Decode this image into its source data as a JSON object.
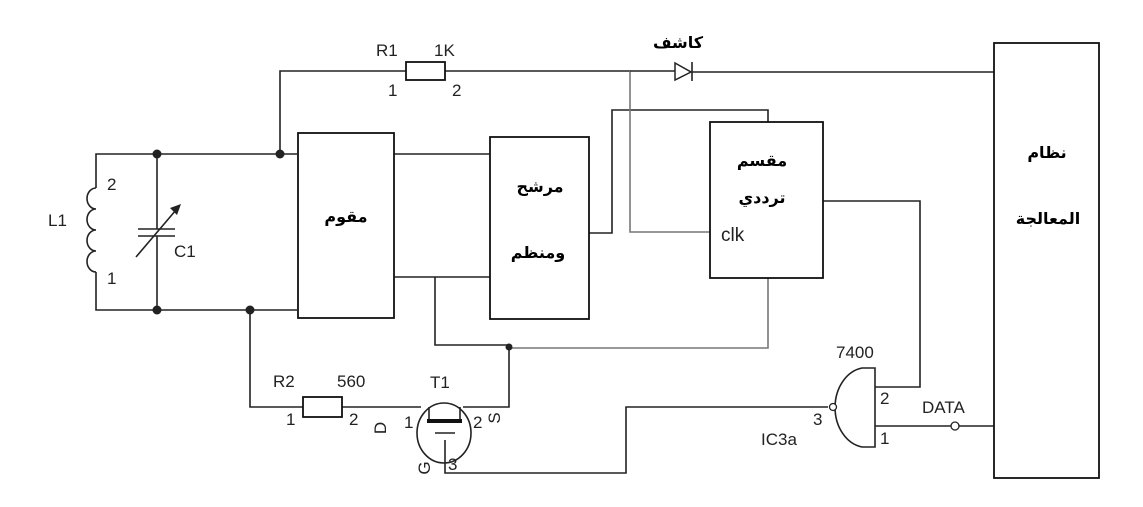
{
  "components": {
    "r1": {
      "name": "R1",
      "value": "1K",
      "pin1": "1",
      "pin2": "2"
    },
    "r2": {
      "name": "R2",
      "value": "560",
      "pin1": "1",
      "pin2": "2"
    },
    "l1": {
      "name": "L1",
      "pin1": "1",
      "pin2": "2"
    },
    "c1": {
      "name": "C1"
    },
    "t1": {
      "name": "T1",
      "d": "D",
      "s": "S",
      "g": "G",
      "pin_d": "1",
      "pin_s": "2",
      "pin_g": "3"
    },
    "diode": {
      "label": "كاشف"
    },
    "gate": {
      "part": "7400",
      "name": "IC3a",
      "pin1": "1",
      "pin2": "2",
      "pin3": "3"
    },
    "data_label": "DATA"
  },
  "blocks": {
    "rectifier": "مقوم",
    "filter_line1": "مرشح",
    "filter_line2": "ومنظم",
    "divider_line1": "مقسم",
    "divider_line2": "ترددي",
    "divider_clk": "clk",
    "processor_line1": "نظام",
    "processor_line2": "المعالجة"
  }
}
